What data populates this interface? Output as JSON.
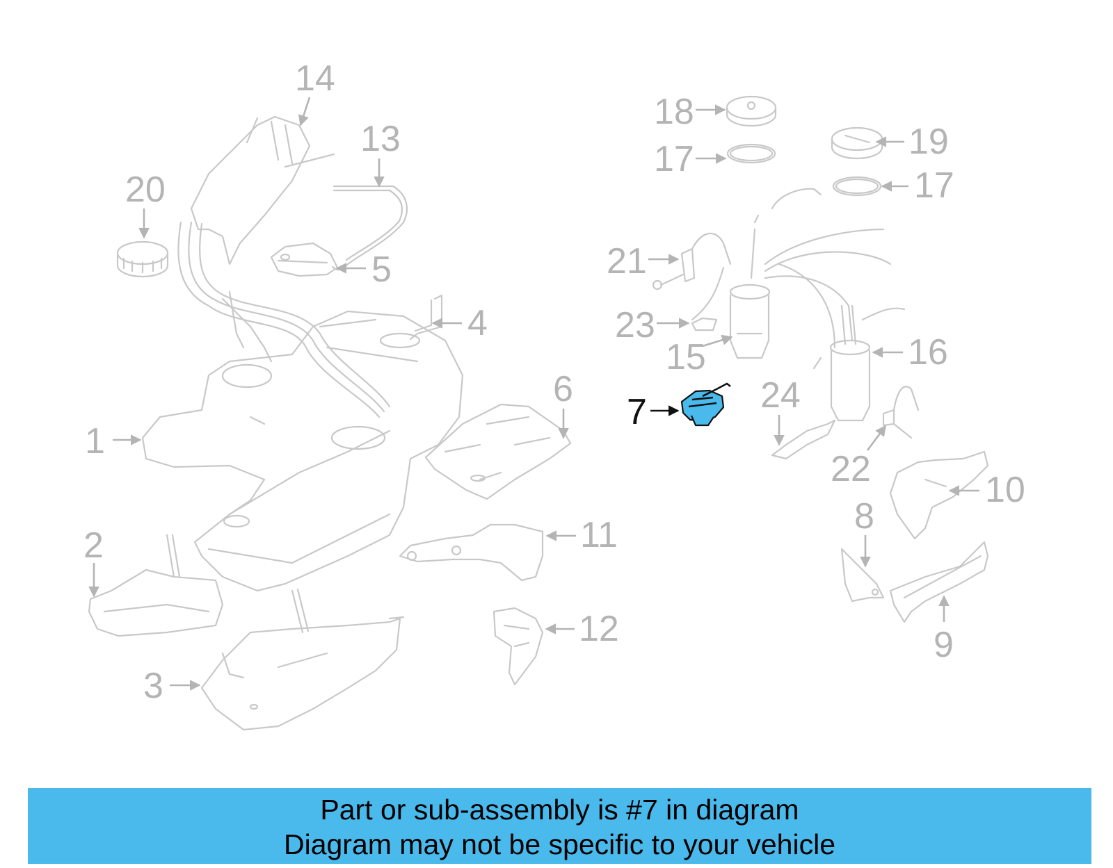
{
  "highlight": {
    "part_number": "7",
    "color": "#4ab9ec"
  },
  "callouts": {
    "c1": "1",
    "c2": "2",
    "c3": "3",
    "c4": "4",
    "c5": "5",
    "c6": "6",
    "c7": "7",
    "c8": "8",
    "c9": "9",
    "c10": "10",
    "c11": "11",
    "c12": "12",
    "c13": "13",
    "c14": "14",
    "c15": "15",
    "c16": "16",
    "c17a": "17",
    "c17b": "17",
    "c18": "18",
    "c19": "19",
    "c20": "20",
    "c21": "21",
    "c22": "22",
    "c23": "23",
    "c24": "24"
  },
  "banner": {
    "line1": "Part or sub-assembly is #7 in diagram",
    "line2": "Diagram may not be specific to your vehicle"
  }
}
